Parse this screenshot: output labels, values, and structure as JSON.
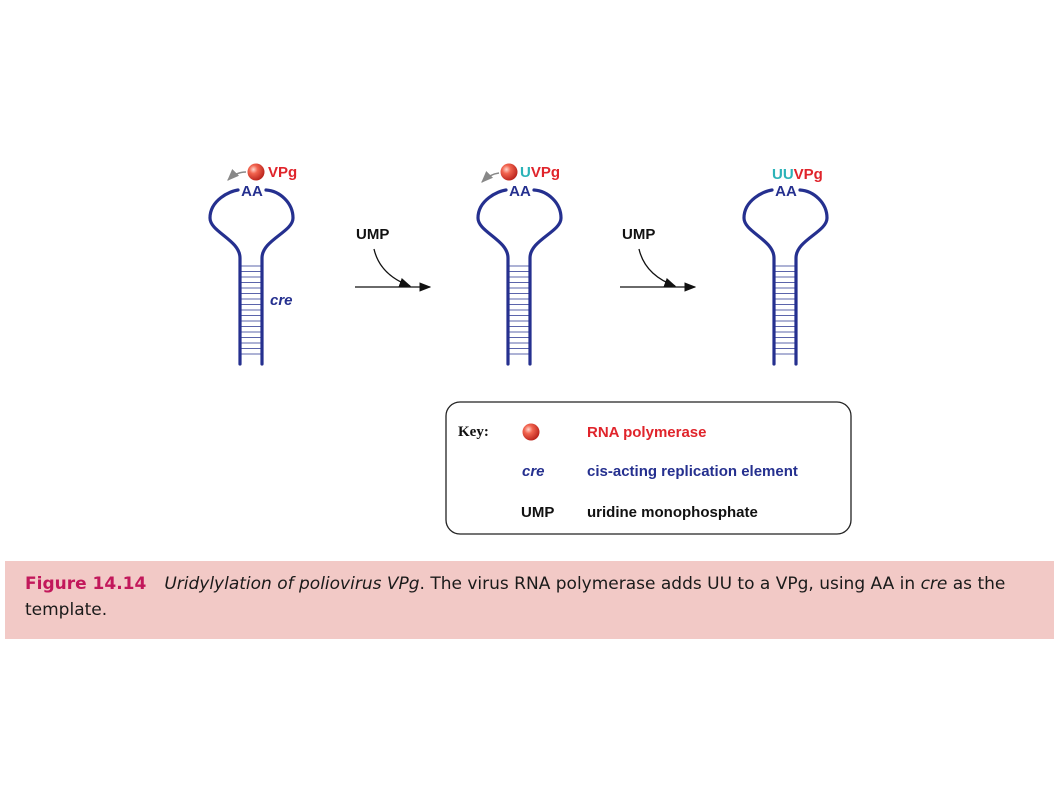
{
  "colors": {
    "rna": "#25308f",
    "vpg": "#e0242b",
    "uridine": "#2bb3b8",
    "polymerase_sphere": "#e9473a",
    "caption_bg": "#f2c9c6",
    "figure_number": "#c2185b",
    "arrow": "#111111",
    "pointer_arrow": "#888888"
  },
  "hairpins": [
    {
      "top_label": "VPg",
      "prefix": "",
      "loop_label": "AA",
      "has_polymerase": true,
      "stem_label": "cre"
    },
    {
      "top_label": "VPg",
      "prefix": "U",
      "loop_label": "AA",
      "has_polymerase": true,
      "stem_label": ""
    },
    {
      "top_label": "VPg",
      "prefix": "UU",
      "loop_label": "AA",
      "has_polymerase": false,
      "stem_label": ""
    }
  ],
  "reaction_arrows": [
    {
      "label": "UMP"
    },
    {
      "label": "UMP"
    }
  ],
  "key": {
    "title": "Key:",
    "items": [
      {
        "symbol": "sphere-icon",
        "symbol_text": "",
        "text": "RNA polymerase"
      },
      {
        "symbol": "text",
        "symbol_text": "cre",
        "text": "cis-acting replication element"
      },
      {
        "symbol": "text",
        "symbol_text": "UMP",
        "text": "uridine monophosphate"
      }
    ]
  },
  "caption": {
    "figure_number": "Figure 14.14",
    "title": "Uridylylation of poliovirus VPg",
    "body_1": ". The virus RNA polymerase adds UU to a VPg, using AA in ",
    "body_em": "cre",
    "body_2": " as the template."
  }
}
